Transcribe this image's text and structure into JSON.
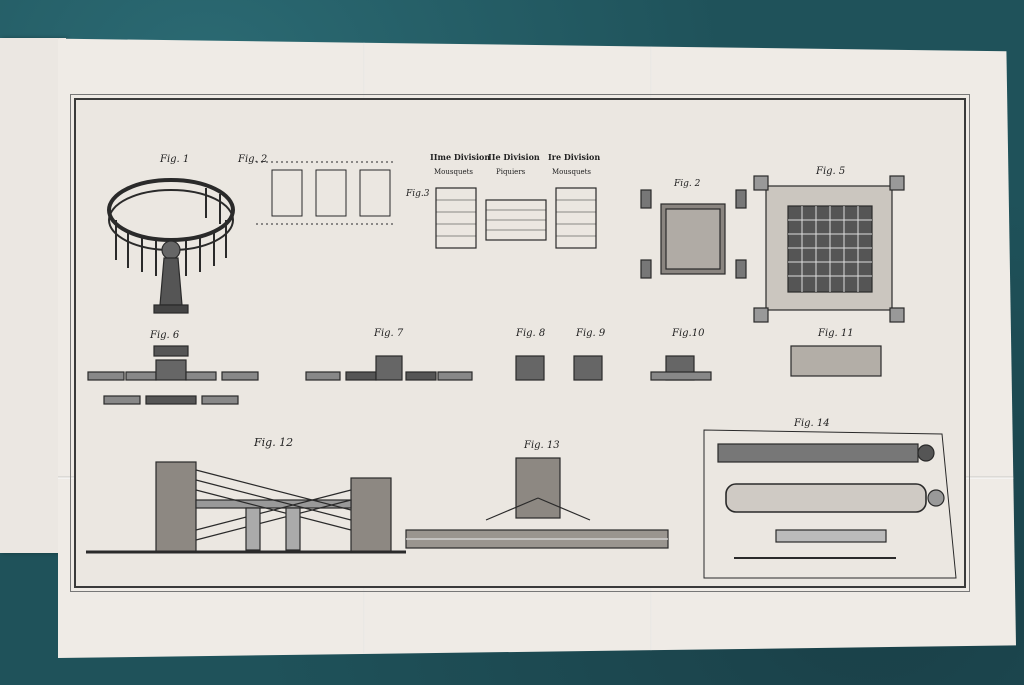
{
  "figures": {
    "fig1": "Fig. 1",
    "fig2a": "Fig. 2",
    "fig3": "Fig.3",
    "fig2b": "Fig. 2",
    "fig5": "Fig. 5",
    "fig6": "Fig. 6",
    "fig7": "Fig. 7",
    "fig8": "Fig. 8",
    "fig9": "Fig. 9",
    "fig10": "Fig.10",
    "fig11": "Fig. 11",
    "fig12": "Fig. 12",
    "fig13": "Fig. 13",
    "fig14": "Fig. 14"
  },
  "divisions": {
    "third_title": "IIme Division",
    "third_sub": "Mousquets",
    "second_title": "IIe Division",
    "second_sub": "Piquiers",
    "first_title": "Ire Division",
    "first_sub": "Mousquets"
  },
  "colors": {
    "paper": "#efebe6",
    "ink": "#2a2a2a",
    "cloth": "#1f525a"
  }
}
